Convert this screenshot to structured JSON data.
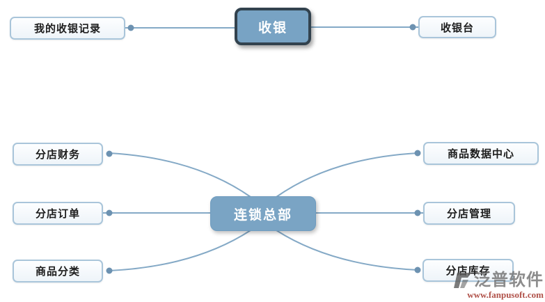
{
  "diagram": {
    "background": "#ffffff",
    "connector_color": "#84a9c6",
    "dot_color": "#6d92b1",
    "center_node_bg": "#78a3c4",
    "center_node_dark_border": "#32424e",
    "leaf_border_color": "#a9c5da",
    "leaf_text_color": "#1c1c1c"
  },
  "maps": [
    {
      "name": "cashier-map",
      "center": {
        "label": "收银"
      },
      "left": [
        {
          "label": "我的收银记录"
        }
      ],
      "right": [
        {
          "label": "收银台"
        }
      ]
    },
    {
      "name": "chain-hq-map",
      "center": {
        "label": "连锁总部"
      },
      "left": [
        {
          "label": "分店财务"
        },
        {
          "label": "分店订单"
        },
        {
          "label": "商品分类"
        }
      ],
      "right": [
        {
          "label": "商品数据中心"
        },
        {
          "label": "分店管理"
        },
        {
          "label": "分店库存"
        }
      ]
    }
  ],
  "watermark": {
    "brand": "泛普软件",
    "url": "www.fanpusoft.com"
  }
}
